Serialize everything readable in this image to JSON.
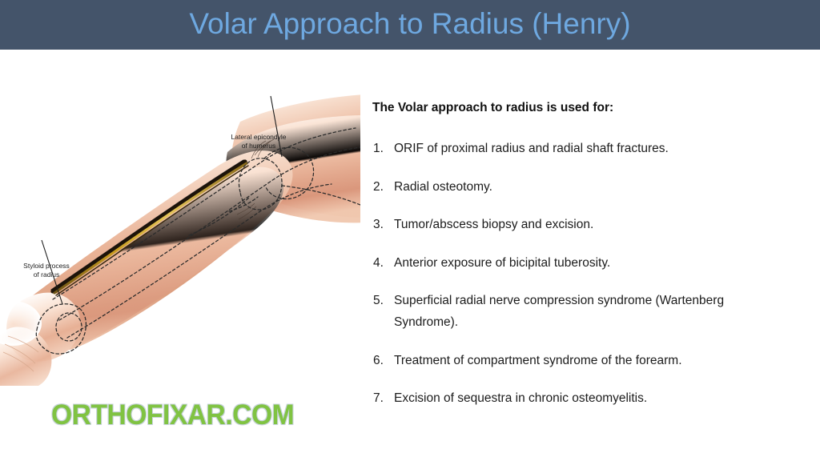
{
  "header": {
    "title": "Volar Approach to Radius (Henry)",
    "background_color": "#44546A",
    "title_color": "#6EA8E0"
  },
  "figure": {
    "alt_name": "anterior-forearm-volar-approach-illustration",
    "labels": [
      {
        "name": "lateral-epicondyle-label",
        "line1": "Lateral epicondyle",
        "line2": "of humerus"
      },
      {
        "name": "styloid-process-label",
        "line1": "Styloid process",
        "line2": "of radius"
      }
    ]
  },
  "watermark": {
    "text": "ORTHOFIXAR.COM",
    "color": "#80C342",
    "outline_color": "#C9D4DE"
  },
  "content": {
    "intro_heading": "The Volar approach to radius is used for:",
    "items": [
      {
        "number": "1.",
        "text": "ORIF of proximal radius and radial shaft fractures."
      },
      {
        "number": "2.",
        "text": "Radial osteotomy."
      },
      {
        "number": "3.",
        "text": "Tumor/abscess biopsy and excision."
      },
      {
        "number": "4.",
        "text": "Anterior exposure of bicipital tuberosity."
      },
      {
        "number": "5.",
        "text": "Superficial radial nerve compression syndrome (Wartenberg Syndrome)."
      },
      {
        "number": "6.",
        "text": "Treatment of compartment syndrome of the forearm."
      },
      {
        "number": "7.",
        "text": "Excision of sequestra in chronic osteomyelitis."
      }
    ]
  }
}
